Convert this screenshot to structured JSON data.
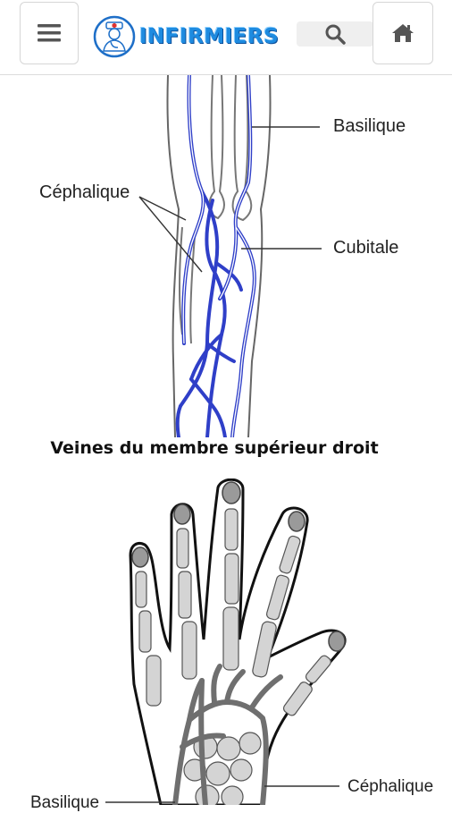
{
  "header": {
    "logo_text": "INFIRMIERS",
    "menu_icon": "hamburger-menu-icon",
    "search_icon": "search-icon",
    "home_icon": "home-icon",
    "brand_color": "#1e8be0"
  },
  "figure_arm": {
    "labels": {
      "basilique": "Basilique",
      "cephalique": "Céphalique",
      "cubitale": "Cubitale"
    },
    "vein_color": "#2f3fc8"
  },
  "caption": "Veines du membre supérieur droit",
  "figure_hand": {
    "labels": {
      "cephalique": "Céphalique",
      "basilique": "Basilique"
    },
    "vein_color": "#6f6f6f"
  }
}
